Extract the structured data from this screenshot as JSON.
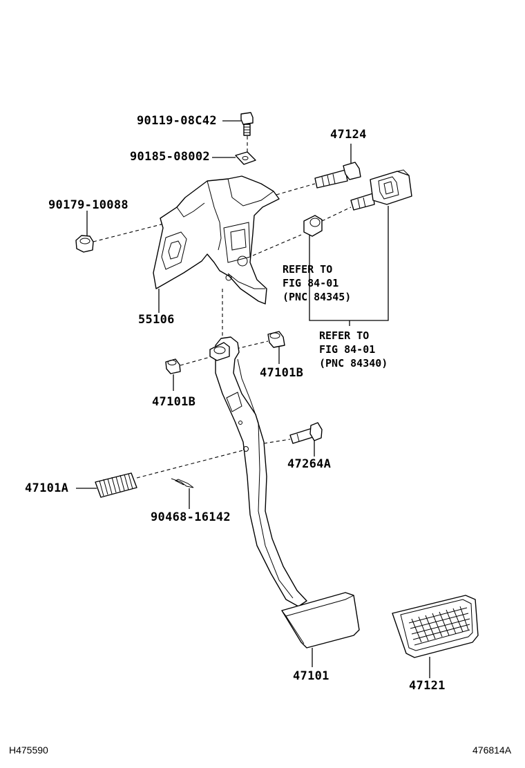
{
  "parts": {
    "bolt_90119": "90119-08C42",
    "washer_90185": "90185-08002",
    "nut_90179": "90179-10088",
    "bracket_55106": "55106",
    "bolt_47124": "47124",
    "bushing_47101b_right": "47101B",
    "bushing_47101b_left": "47101B",
    "pin_47264a": "47264A",
    "spring_47101a": "47101A",
    "clip_90468": "90468-16142",
    "pedal_47101": "47101",
    "pad_47121": "47121"
  },
  "refs": {
    "ref_84345": {
      "line1": "REFER TO",
      "line2": "FIG 84-01",
      "line3": "(PNC 84345)"
    },
    "ref_84340": {
      "line1": "REFER TO",
      "line2": "FIG 84-01",
      "line3": "(PNC 84340)"
    }
  },
  "footer": {
    "left_code": "H475590",
    "right_code": "476814A"
  }
}
